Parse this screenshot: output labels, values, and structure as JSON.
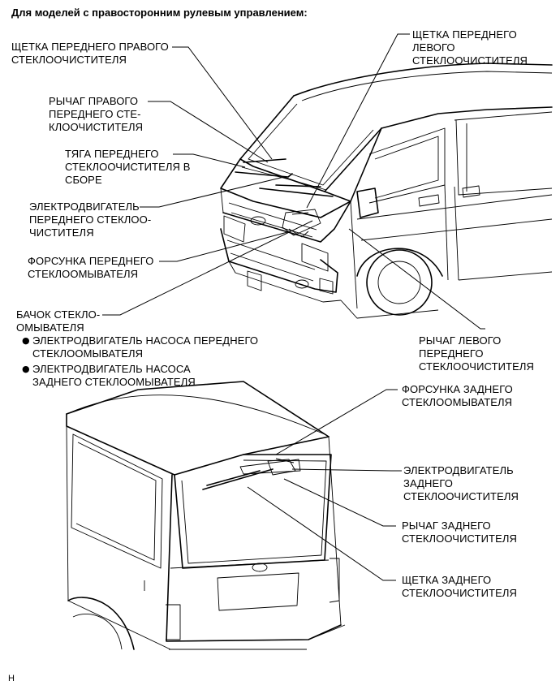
{
  "title": "Для моделей с правосторонним рулевым управлением:",
  "diagram_code": "H",
  "labels": {
    "front_right_blade": "ЩЕТКА ПЕРЕДНЕГО ПРАВОГО\nСТЕКЛООЧИСТИТЕЛЯ",
    "front_left_blade": "ЩЕТКА ПЕРЕДНЕГО\nЛЕВОГО\nСТЕКЛООЧИСТИТЕЛЯ",
    "front_right_arm": "РЫЧАГ ПРАВОГО\nПЕРЕДНЕГО СТЕ-\nКЛООЧИСТИТЕЛЯ",
    "front_link": "ТЯГА ПЕРЕДНЕГО\nСТЕКЛООЧИСТИТЕЛЯ В\nСБОРЕ",
    "front_motor": "ЭЛЕКТРОДВИГАТЕЛЬ\nПЕРЕДНЕГО СТЕКЛОО-\nЧИСТИТЕЛЯ",
    "front_nozzle": "ФОРСУНКА ПЕРЕДНЕГО\nСТЕКЛООМЫВАТЕЛЯ",
    "washer_tank": "БАЧОК СТЕКЛО-\nОМЫВАТЕЛЯ",
    "front_pump_motor": "ЭЛЕКТРОДВИГАТЕЛЬ НАСОСА ПЕРЕДНЕГО\nСТЕКЛООМЫВАТЕЛЯ",
    "rear_pump_motor": "ЭЛЕКТРОДВИГАТЕЛЬ НАСОСА\nЗАДНЕГО СТЕКЛООМЫВАТЕЛЯ",
    "front_left_arm": "РЫЧАГ ЛЕВОГО\nПЕРЕДНЕГО\nСТЕКЛООЧИСТИТЕЛЯ",
    "rear_nozzle": "ФОРСУНКА ЗАДНЕГО\nСТЕКЛООМЫВАТЕЛЯ",
    "rear_motor": "ЭЛЕКТРОДВИГАТЕЛЬ\nЗАДНЕГО\nСТЕКЛООЧИСТИТЕЛЯ",
    "rear_arm": "РЫЧАГ ЗАДНЕГО\nСТЕКЛООЧИСТИТЕЛЯ",
    "rear_blade": "ЩЕТКА ЗАДНЕГО\nСТЕКЛООЧИСТИТЕЛЯ"
  },
  "bullet_symbol": "●"
}
